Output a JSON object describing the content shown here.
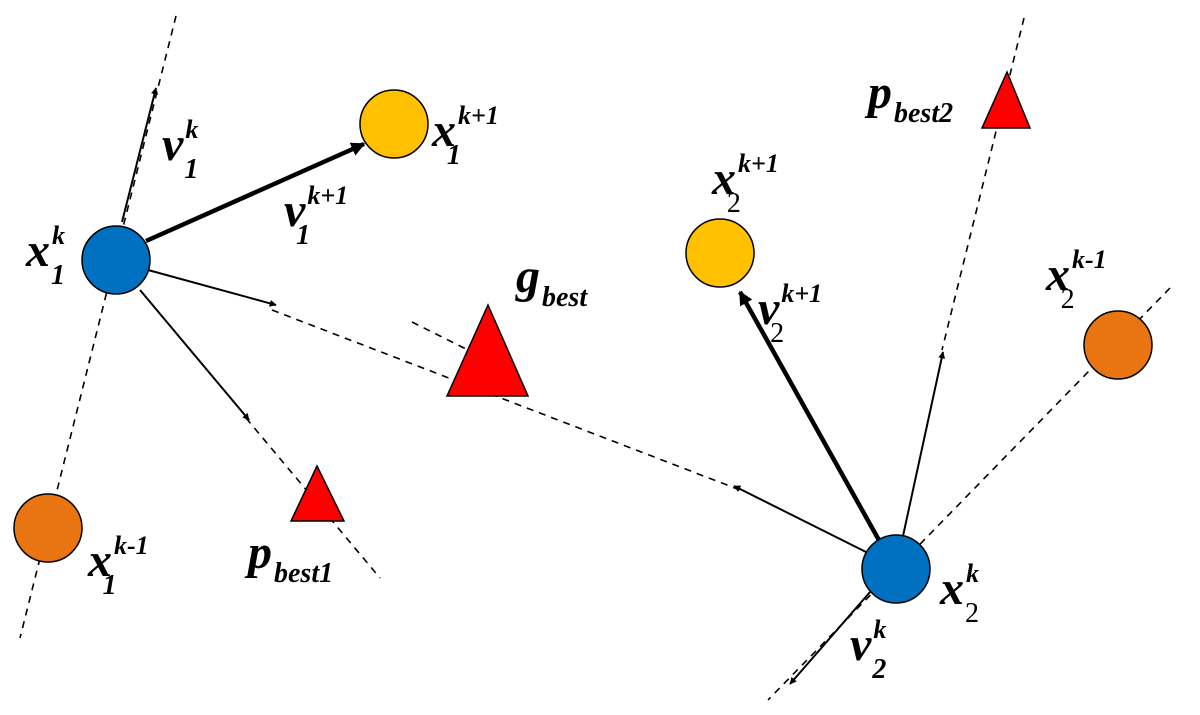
{
  "colors": {
    "current_position": "#0070c0",
    "next_position": "#ffc000",
    "previous_position": "#e87511",
    "best_marker": "#ff0000",
    "stroke": "#000000"
  },
  "labels": {
    "x1k": {
      "base": "x",
      "sup": "k",
      "sub": "1"
    },
    "x1k1": {
      "base": "x",
      "sup": "k+1",
      "sub": "1"
    },
    "x1km1": {
      "base": "x",
      "sup": "k-1",
      "sub": "1"
    },
    "v1k": {
      "base": "v",
      "sup": "k",
      "sub": "1"
    },
    "v1k1": {
      "base": "v",
      "sup": "k+1",
      "sub": "1"
    },
    "x2k": {
      "base": "x",
      "sup": "k",
      "sub": "2"
    },
    "x2k1": {
      "base": "x",
      "sup": "k+1",
      "sub": "2"
    },
    "x2km1": {
      "base": "x",
      "sup": "k-1",
      "sub": "2"
    },
    "v2k": {
      "base": "v",
      "sup": "k",
      "sub": "2"
    },
    "v2k1": {
      "base": "v",
      "sup": "k+1",
      "sub": "2"
    },
    "gbest": {
      "base": "g",
      "sub": "best"
    },
    "pbest1": {
      "base": "p",
      "sub": "best1"
    },
    "pbest2": {
      "base": "p",
      "sub": "best2"
    }
  },
  "nodes": [
    {
      "id": "x1k",
      "kind": "current_position"
    },
    {
      "id": "x1k1",
      "kind": "next_position"
    },
    {
      "id": "x1km1",
      "kind": "previous_position"
    },
    {
      "id": "x2k",
      "kind": "current_position"
    },
    {
      "id": "x2k1",
      "kind": "next_position"
    },
    {
      "id": "x2km1",
      "kind": "previous_position"
    },
    {
      "id": "gbest",
      "kind": "best_marker"
    },
    {
      "id": "pbest1",
      "kind": "best_marker"
    },
    {
      "id": "pbest2",
      "kind": "best_marker"
    }
  ]
}
